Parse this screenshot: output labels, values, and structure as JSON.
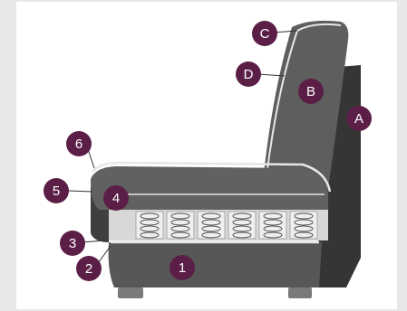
{
  "colors": {
    "marker": "#5b1f47",
    "body_dark": "#3f3f3f",
    "body_mid": "#575757",
    "back_fill": "#5e5e5e",
    "back_side": "#353535",
    "seat_top": "#616161",
    "piping": "#e6e6e6",
    "springs_bg": "#d8d8d8",
    "foot": "#7a7a7a"
  },
  "markers": [
    {
      "id": "C",
      "label": "C"
    },
    {
      "id": "D",
      "label": "D"
    },
    {
      "id": "B",
      "label": "B"
    },
    {
      "id": "A",
      "label": "A"
    },
    {
      "id": "6",
      "label": "6"
    },
    {
      "id": "5",
      "label": "5"
    },
    {
      "id": "4",
      "label": "4"
    },
    {
      "id": "3",
      "label": "3"
    },
    {
      "id": "2",
      "label": "2"
    },
    {
      "id": "1",
      "label": "1"
    }
  ]
}
